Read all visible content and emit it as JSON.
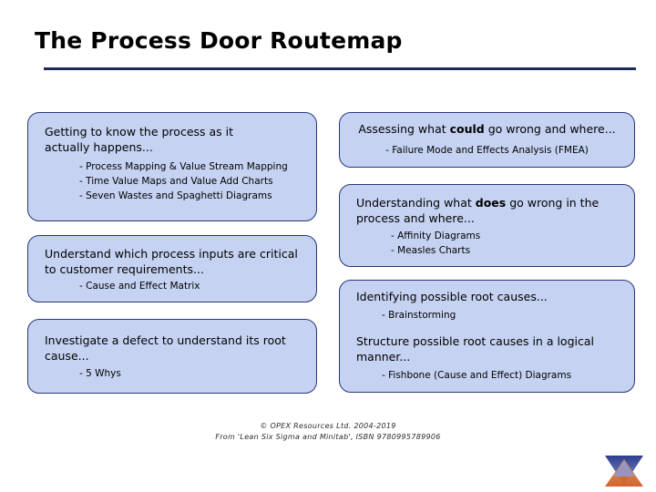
{
  "slide": {
    "title": "The Process Door Routemap",
    "accent_rule_color": "#1f2a58",
    "box_fill_color": "#c6d2f2",
    "box_border_color": "#29367a"
  },
  "boxes": {
    "process": {
      "heading_line1": "Getting to know the process as it",
      "heading_line2": "actually happens...",
      "bullets": [
        "- Process Mapping & Value Stream Mapping",
        "- Time Value Maps and Value Add Charts",
        "- Seven Wastes and Spaghetti Diagrams"
      ]
    },
    "inputs": {
      "heading_line1": "Understand which process inputs are critical",
      "heading_line2": "to customer requirements...",
      "bullets": [
        "- Cause and Effect Matrix"
      ]
    },
    "defect": {
      "heading_line1": "Investigate a defect to understand its root",
      "heading_line2": "cause...",
      "bullets": [
        "- 5 Whys"
      ]
    },
    "assessing": {
      "heading_pre": "Assessing what ",
      "heading_emphasis": "could",
      "heading_post": " go wrong and where...",
      "bullets": [
        "- Failure Mode and Effects Analysis (FMEA)"
      ]
    },
    "understand": {
      "heading_pre": "Understanding what ",
      "heading_emphasis": "does",
      "heading_post": " go wrong in the",
      "heading_line2": "process and where...",
      "bullets": [
        "- Affinity Diagrams",
        "- Measles Charts"
      ]
    },
    "rootcauses": {
      "heading_a": "Identifying possible root causes...",
      "bullets_a": [
        "- Brainstorming"
      ],
      "heading_b_line1": "Structure possible root causes in a logical",
      "heading_b_line2": "manner...",
      "bullets_b": [
        "- Fishbone (Cause and Effect) Diagrams"
      ]
    }
  },
  "footer": {
    "line1": "© OPEX Resources Ltd. 2004-2019",
    "line2": "From 'Lean Six Sigma and Minitab', ISBN 9780995789906"
  },
  "logo": {
    "name": "opex-logo",
    "color_top": "#3b4a9c",
    "color_bottom": "#d4632a"
  }
}
